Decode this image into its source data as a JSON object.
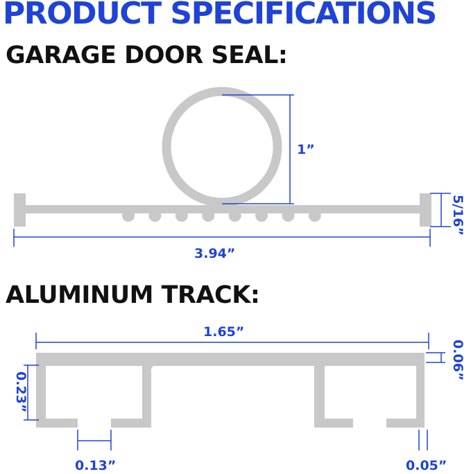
{
  "title": "PRODUCT SPECIFICATIONS",
  "sections": {
    "seal": {
      "heading": "GARAGE DOOR SEAL:",
      "dims": {
        "bulb_diameter": "1”",
        "width": "3.94”",
        "flange_height": "5/16”"
      },
      "bead_count": 8
    },
    "track": {
      "heading": "ALUMINUM TRACK:",
      "dims": {
        "width": "1.65”",
        "height": "0.23”",
        "top_thickness": "0.06”",
        "slot_gap": "0.13”",
        "wall_thickness": "0.05”"
      }
    }
  },
  "colors": {
    "title": "#1f43d6",
    "heading": "#111111",
    "part": "#c8c8c8",
    "dimension": "#1f43d6"
  }
}
